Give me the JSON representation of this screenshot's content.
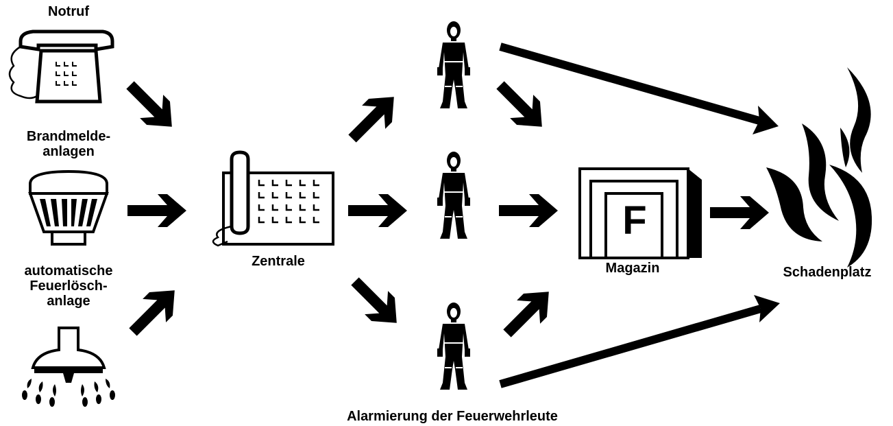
{
  "labels": {
    "notruf": "Notruf",
    "brandmelde_1": "Brandmelde-",
    "brandmelde_2": "anlagen",
    "auto_1": "automatische",
    "auto_2": "Feuerlösch-",
    "auto_3": "anlage",
    "zentrale": "Zentrale",
    "magazin": "Magazin",
    "schadenplatz": "Schadenplatz",
    "alarmierung": "Alarmierung der Feuerwehrleute",
    "magazin_sign": "F"
  },
  "icons": [
    "telephone-icon",
    "smoke-detector-icon",
    "sprinkler-icon",
    "switchboard-icon",
    "firefighter-icon",
    "garage-icon",
    "flames-icon"
  ],
  "colors": {
    "ink": "#000000",
    "background": "#ffffff"
  }
}
